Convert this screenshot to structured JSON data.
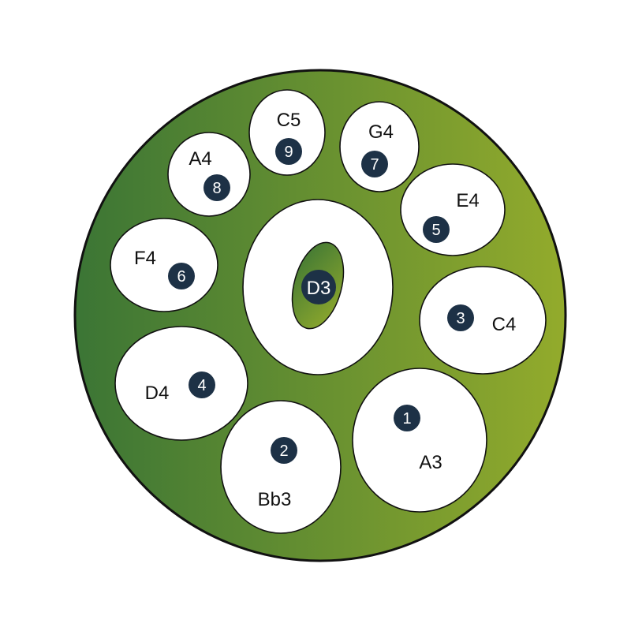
{
  "colors": {
    "drum_dark": "#3b7535",
    "drum_light": "#93ab2c",
    "field_fill": "#ffffff",
    "outline": "#111111",
    "badge": "#1d3146"
  },
  "center": {
    "note": "D3"
  },
  "fields": [
    {
      "number": "1",
      "note": "A3"
    },
    {
      "number": "2",
      "note": "Bb3"
    },
    {
      "number": "3",
      "note": "C4"
    },
    {
      "number": "4",
      "note": "D4"
    },
    {
      "number": "5",
      "note": "E4"
    },
    {
      "number": "6",
      "note": "F4"
    },
    {
      "number": "7",
      "note": "G4"
    },
    {
      "number": "8",
      "note": "A4"
    },
    {
      "number": "9",
      "note": "C5"
    }
  ]
}
